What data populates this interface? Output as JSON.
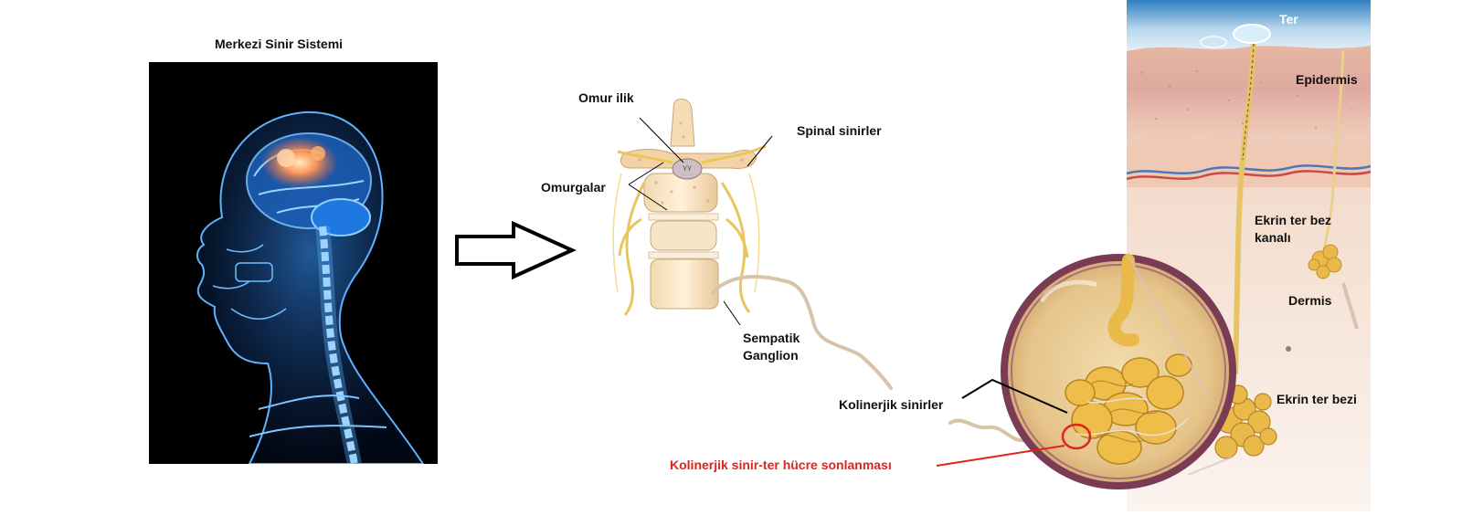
{
  "labels": {
    "cns_title": "Merkezi Sinir Sistemi",
    "spinal_cord": "Omur ilik",
    "spinal_nerves": "Spinal sinirler",
    "vertebrae": "Omurgalar",
    "sympathetic_ganglion_line1": "Sempatik",
    "sympathetic_ganglion_line2": "Ganglion",
    "cholinergic_nerves": "Kolinerjik sinirler",
    "nerve_ending": "Kolinerjik sinir-ter hücre sonlanması",
    "sweat": "Ter",
    "epidermis": "Epidermis",
    "duct_line1": "Ekrin ter bez",
    "duct_line2": "kanalı",
    "dermis": "Dermis",
    "gland": "Ekrin ter bezi"
  },
  "colors": {
    "highlight_red": "#e0231c",
    "nerve_fiber": "#d8c4a8",
    "brain_glow": "#4aa8ff",
    "gland_yellow": "#e9b94a",
    "lens_rim": "#7a3b55"
  }
}
